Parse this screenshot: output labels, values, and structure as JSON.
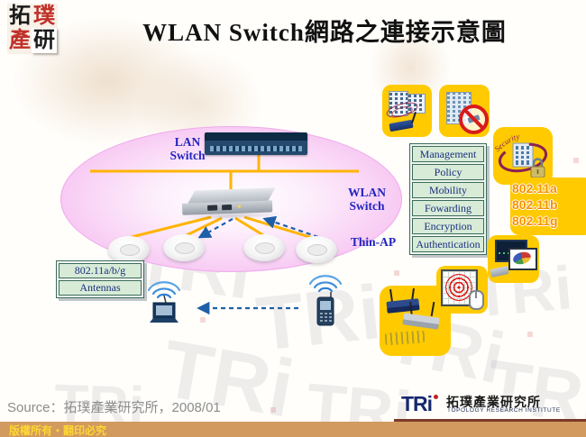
{
  "title": "WLAN Switch網路之連接示意圖",
  "logo": {
    "char_tl": "拓",
    "char_tr": "璞",
    "char_bl": "產",
    "char_br": "研"
  },
  "diagram": {
    "lan_switch": {
      "line1": "LAN",
      "line2": "Switch"
    },
    "wlan_switch": {
      "line1": "WLAN",
      "line2": "Switch"
    },
    "thin_ap": "Thin-AP",
    "left_table": {
      "rows": [
        "802.11a/b/g",
        "Antennas"
      ]
    },
    "right_table": {
      "rows": [
        "Management",
        "Policy",
        "Mobility",
        "Fowarding",
        "Encryption",
        "Authentication"
      ]
    },
    "standards_box": {
      "lines": [
        "802.11a",
        "802.11b",
        "802.11g"
      ]
    },
    "security_icon_label": "Security"
  },
  "footer": {
    "source": "Source：拓璞產業研究所，2008/01",
    "copyright": "版權所有‧翻印必究",
    "brand": {
      "abbr": "TRi",
      "cn": "拓璞產業研究所",
      "en": "TOPOLOGY RESEARCH INSTITUTE"
    }
  },
  "watermark": {
    "text": "TRi"
  },
  "colors": {
    "accent_orange": "#FFB400",
    "pink_ellipse": "#F0A5EC",
    "card_yellow": "#FFCB00",
    "table_green": "#D7EBD7",
    "label_blue": "#2324BE",
    "dashed_blue": "#1F5FA8",
    "bar_tan": "#D29A5F",
    "bar_text": "#FFD633"
  }
}
